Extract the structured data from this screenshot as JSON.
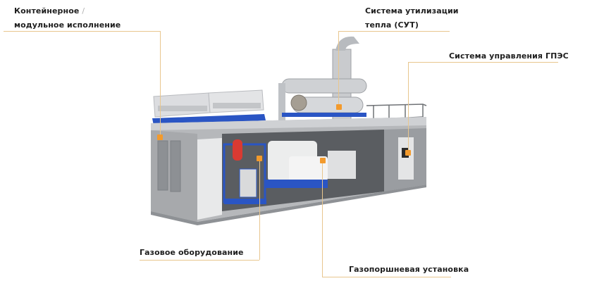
{
  "diagram": {
    "title": "",
    "subject": "Containerized gas-piston power plant (ГПЭС) cutaway",
    "colors": {
      "accent_line": "#e8c68e",
      "marker": "#f39a2c",
      "text": "#1e1e1e",
      "container_gray": "#a9abad",
      "equipment_blue": "#2a55c4",
      "tank_red": "#d93a32"
    },
    "callouts": [
      {
        "id": "container",
        "line1": "Контейнерное",
        "slash": "/",
        "line2": "модульное исполнение"
      },
      {
        "id": "heat-recovery",
        "line1": "Система утилизации",
        "line2": "тепла (СУТ)"
      },
      {
        "id": "control-system",
        "line1": "Система управления ГПЭС"
      },
      {
        "id": "gas-equipment",
        "line1": "Газовое оборудование"
      },
      {
        "id": "gas-piston-unit",
        "line1": "Газопоршневая установка"
      }
    ]
  }
}
